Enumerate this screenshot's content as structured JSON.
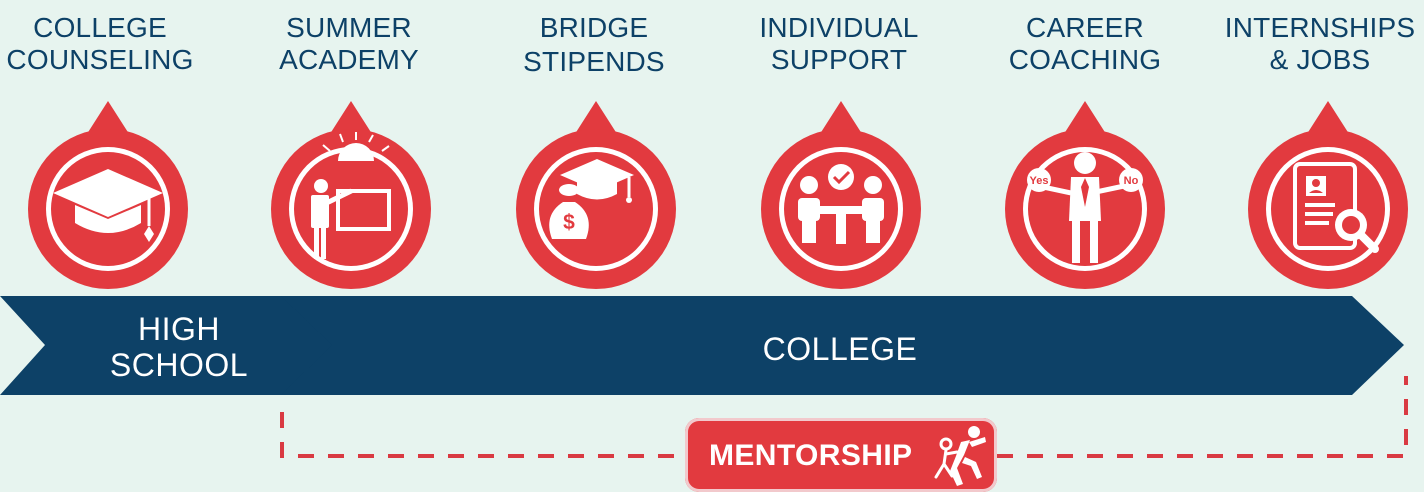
{
  "steps": [
    {
      "label_line1": "COLLEGE",
      "label_line2": "COUNSELING",
      "icon": "graduation-cap-icon"
    },
    {
      "label_line1": "SUMMER",
      "label_line2": "ACADEMY",
      "icon": "teacher-board-icon"
    },
    {
      "label_line1": "BRIDGE",
      "label_line2": "STIPENDS",
      "icon": "money-bag-cap-icon"
    },
    {
      "label_line1": "INDIVIDUAL",
      "label_line2": "SUPPORT",
      "icon": "meeting-support-icon"
    },
    {
      "label_line1": "CAREER",
      "label_line2": "COACHING",
      "icon": "career-choice-icon"
    },
    {
      "label_line1": "INTERNSHIPS",
      "label_line2": "& JOBS",
      "icon": "resume-search-icon"
    }
  ],
  "stages": {
    "high_school_line1": "HIGH",
    "high_school_line2": "SCHOOL",
    "college": "COLLEGE"
  },
  "mentorship": {
    "label": "MENTORSHIP",
    "icon": "climbing-help-icon"
  },
  "icon_texts": {
    "yes": "Yes",
    "no": "No",
    "dollar": "$"
  },
  "colors": {
    "background": "#e7f4ef",
    "accent_red": "#e23a3f",
    "navy": "#0d4167",
    "white": "#ffffff"
  }
}
